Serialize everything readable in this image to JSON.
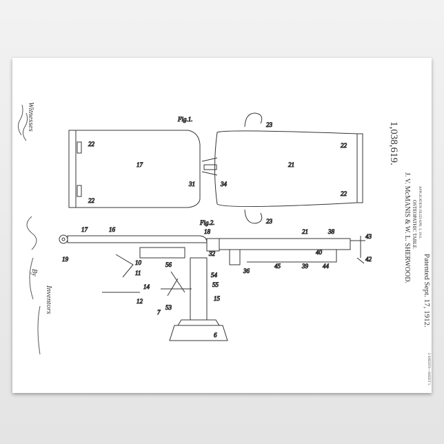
{
  "patent": {
    "number": "1,038,619.",
    "inventors_header": "J. V. McMANIS & W. L. SHERWOOD.",
    "title": "OSTEOPATHIC TABLE.",
    "filed": "APPLICATION FILED APR. 3, 1911.",
    "patented": "Patented Sept. 17, 1912.",
    "sheets": "2 SHEETS—SHEET 1."
  },
  "figures": {
    "fig1": "Fig.1.",
    "fig2": "Fig.2."
  },
  "signatures": {
    "witnesses": "Witnesses",
    "inventors": "Inventors",
    "by": "By"
  },
  "reference_numerals": {
    "n22a": "22",
    "n17": "17",
    "n22b": "22",
    "n21": "21",
    "n23a": "23",
    "n23b": "23",
    "n31": "31",
    "n34": "34",
    "n22c": "22",
    "n22d": "22",
    "n17b": "17",
    "n16": "16",
    "n18": "18",
    "n21b": "21",
    "n38": "38",
    "n43": "43",
    "n19": "19",
    "n10": "10",
    "n11": "11",
    "n14": "14",
    "n12": "12",
    "n7": "7",
    "n56": "56",
    "n53": "53",
    "n54": "54",
    "n55": "55",
    "n15": "15",
    "n6": "6",
    "n36": "36",
    "n45": "45",
    "n39": "39",
    "n44": "44",
    "n40": "40",
    "n42": "42",
    "n32": "32"
  }
}
